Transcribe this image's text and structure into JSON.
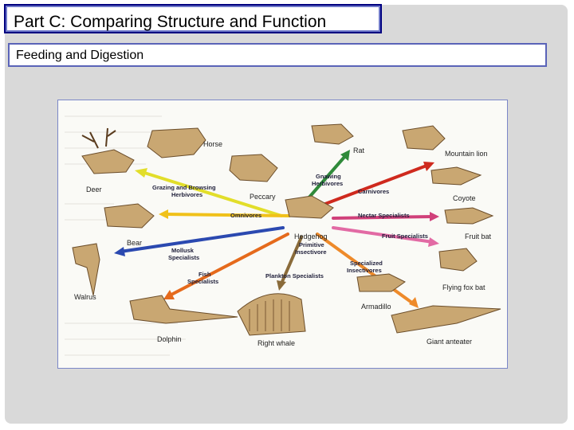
{
  "slide": {
    "title": "Part C:  Comparing Structure and Function",
    "subtitle": "Feeding and Digestion"
  },
  "figure": {
    "center": {
      "name": "Hedgehog",
      "category_line1": "Primitive",
      "category_line2": "Insectivore"
    },
    "animals": {
      "horse": "Horse",
      "deer": "Deer",
      "peccary": "Peccary",
      "rat": "Rat",
      "mountain_lion": "Mountain lion",
      "coyote": "Coyote",
      "bear": "Bear",
      "fruit_bat": "Fruit bat",
      "walrus": "Walrus",
      "flying_fox_bat": "Flying fox bat",
      "armadillo": "Armadillo",
      "dolphin": "Dolphin",
      "right_whale": "Right whale",
      "giant_anteater": "Giant anteater"
    },
    "categories": {
      "grazing_line1": "Grazing and Browsing",
      "grazing_line2": "Herbivores",
      "gnawing_line1": "Gnawing",
      "gnawing_line2": "Herbivores",
      "carnivores": "Carnivores",
      "omnivores": "Omnivores",
      "nectar": "Nectar Specialists",
      "fruit": "Fruit Specialists",
      "mollusk_line1": "Mollusk",
      "mollusk_line2": "Specialists",
      "fish_line1": "Fish",
      "fish_line2": "Specialists",
      "plankton": "Plankton Specialists",
      "insectivores_line1": "Specialized",
      "insectivores_line2": "Insectivores"
    },
    "colors": {
      "grazing": "#e2de2a",
      "gnawing": "#2f8a3a",
      "carnivores": "#cf2a1e",
      "omnivores": "#f0c11a",
      "nectar": "#d0407a",
      "fruit": "#e26aa4",
      "mollusk": "#2b49b0",
      "fish": "#e56a1c",
      "plankton": "#8a6b3a",
      "insectivores": "#ee8a2a"
    }
  }
}
